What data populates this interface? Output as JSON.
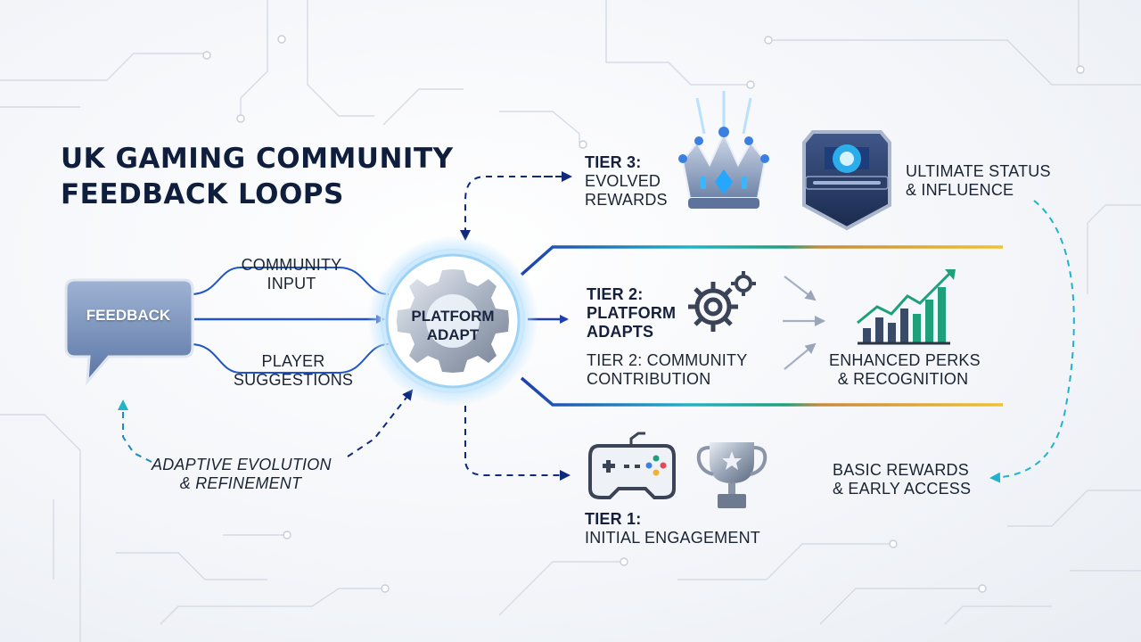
{
  "title_lines": [
    "UK GAMING COMMUNITY",
    "FEEDBACK LOOPS"
  ],
  "feedback_bubble": "FEEDBACK",
  "community_input": [
    "COMMUNITY",
    "INPUT"
  ],
  "player_suggestions": [
    "PLAYER",
    "SUGGESTIONS"
  ],
  "adaptive_evolution": [
    "ADAPTIVE EVOLUTION",
    "& REFINEMENT"
  ],
  "hub": [
    "PLATFORM",
    "ADAPT"
  ],
  "tier3": [
    "TIER 3:",
    "EVOLVED",
    "REWARDS"
  ],
  "ultimate_status": [
    "ULTIMATE STATUS",
    "& INFLUENCE"
  ],
  "tier2_platform": [
    "TIER 2:",
    "PLATFORM",
    "ADAPTS"
  ],
  "tier2_community": [
    "TIER 2: COMMUNITY",
    "CONTRIBUTION"
  ],
  "enhanced_perks": [
    "ENHANCED PERKS",
    "& RECOGNITION"
  ],
  "tier1": [
    "TIER 1:",
    "INITIAL ENGAGEMENT"
  ],
  "basic_rewards": [
    "BASIC REWARDS",
    "& EARLY ACCESS"
  ],
  "icons": [
    "speech-bubble-icon",
    "gear-icon",
    "crown-icon",
    "badge-shield-icon",
    "gears-icon",
    "growth-chart-icon",
    "gamepad-icon",
    "trophy-icon"
  ],
  "colors": {
    "navy": "#0f1e3d",
    "blue": "#1f55c8",
    "cyan": "#20b3c9",
    "orange": "#e0923a",
    "yellow": "#f0c330",
    "green": "#1fa07a"
  }
}
